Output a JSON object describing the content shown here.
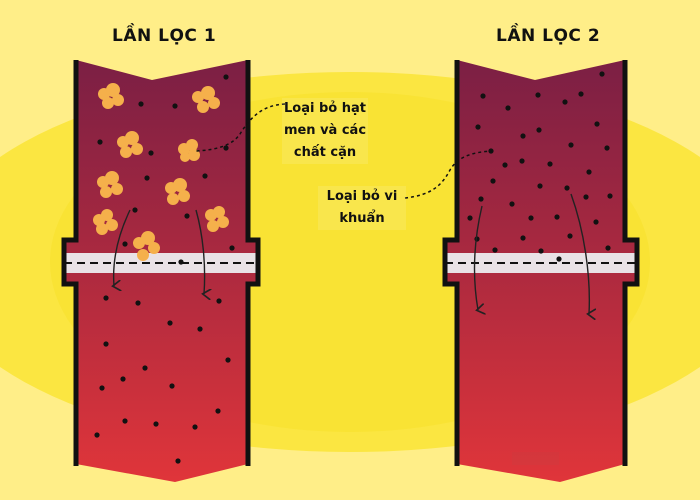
{
  "filters": [
    {
      "title": "LẦN LỌC 1",
      "note_lines": [
        "Loại bỏ hạt",
        "men và các",
        "chất cặn"
      ]
    },
    {
      "title": "LẦN LỌC 2",
      "note_lines": [
        "Loại bỏ vi",
        "khuẩn"
      ]
    }
  ],
  "colors": {
    "background": "#ffee88",
    "glow": "#fbe641",
    "liquid_top": "#7b1f44",
    "liquid_bottom": "#e0353a",
    "yeast": "#f5b04b",
    "wall": "#111111"
  },
  "icons": [
    "yeast-particle-icon",
    "dot-particle-icon",
    "flow-arrow-icon",
    "filter-membrane-icon"
  ]
}
